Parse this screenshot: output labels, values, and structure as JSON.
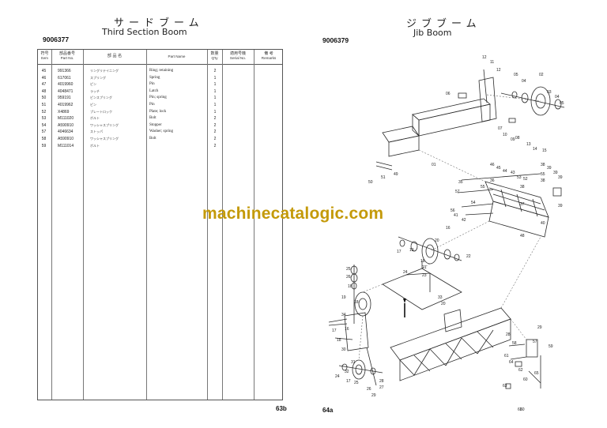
{
  "left_page": {
    "title_jp": "サードブーム",
    "title_en": "Third Section Boom",
    "code": "9006377",
    "page_number": "63b",
    "columns": {
      "item": {
        "jp": "符号",
        "en": "Item"
      },
      "part_no": {
        "jp": "部品番号",
        "en": "Part No."
      },
      "name_jp": {
        "jp": "部 品 名",
        "en": ""
      },
      "part_name": {
        "jp": "",
        "en": "Part Name"
      },
      "qty": {
        "jp": "数量",
        "en": "Q'ty"
      },
      "serial": {
        "jp": "適用号機",
        "en": "Serial No."
      },
      "remarks": {
        "jp": "備 考",
        "en": "Remarks"
      }
    },
    "rows": [
      {
        "item": "45",
        "part_no": "991366",
        "name_jp": "リングリテイニング",
        "name_en": "Ring; retaining",
        "qty": "2"
      },
      {
        "item": "46",
        "part_no": "617061",
        "name_jp": "スプリング",
        "name_en": "Spring",
        "qty": "1"
      },
      {
        "item": "47",
        "part_no": "4019960",
        "name_jp": "ピン",
        "name_en": "Pin",
        "qty": "1"
      },
      {
        "item": "48",
        "part_no": "4048471",
        "name_jp": "ラッチ",
        "name_en": "Latch",
        "qty": "1"
      },
      {
        "item": "50",
        "part_no": "959191",
        "name_jp": "ピンスプリング",
        "name_en": "Pin; spring",
        "qty": "1"
      },
      {
        "item": "51",
        "part_no": "4019962",
        "name_jp": "ピン",
        "name_en": "Pin",
        "qty": "1"
      },
      {
        "item": "52",
        "part_no": "X4869",
        "name_jp": "プレートロック",
        "name_en": "Plate; lock",
        "qty": "1"
      },
      {
        "item": "53",
        "part_no": "M111020",
        "name_jp": "ボルト",
        "name_en": "Bolt",
        "qty": "2"
      },
      {
        "item": "54",
        "part_no": "A590910",
        "name_jp": "ワッシャスプリング",
        "name_en": "Stopper",
        "qty": "2"
      },
      {
        "item": "57",
        "part_no": "4046634",
        "name_jp": "ストッパ",
        "name_en": "Washer; spring",
        "qty": "2"
      },
      {
        "item": "58",
        "part_no": "A590910",
        "name_jp": "ワッシャスプリング",
        "name_en": "Bolt",
        "qty": "2"
      },
      {
        "item": "59",
        "part_no": "M111014",
        "name_jp": "ボルト",
        "name_en": "",
        "qty": "2"
      }
    ]
  },
  "right_page": {
    "title_jp": "ジブブーム",
    "title_en": "Jib Boom",
    "code": "9006379",
    "page_number": "64a",
    "callouts": [
      "12",
      "11",
      "12",
      "02",
      "05",
      "04",
      "03",
      "04",
      "05",
      "06",
      "07",
      "10",
      "09",
      "08",
      "13",
      "14",
      "15",
      "01",
      "49",
      "51",
      "50",
      "46",
      "45",
      "44",
      "43",
      "53",
      "52",
      "38",
      "39",
      "55",
      "39",
      "39",
      "38",
      "35",
      "57",
      "36",
      "38",
      "55",
      "37",
      "54",
      "39",
      "56",
      "41",
      "42",
      "40",
      "48",
      "16",
      "20",
      "19",
      "17",
      "22",
      "18",
      "21",
      "23",
      "24",
      "25",
      "26",
      "18",
      "33",
      "20",
      "19",
      "18",
      "34",
      "16",
      "17",
      "18",
      "30",
      "31",
      "32",
      "24",
      "17",
      "25",
      "26",
      "29",
      "28",
      "27",
      "28",
      "29",
      "58",
      "57",
      "59",
      "61",
      "64",
      "62",
      "60",
      "63",
      "65",
      "63",
      "60"
    ]
  },
  "watermark": "machinecatalogic.com"
}
